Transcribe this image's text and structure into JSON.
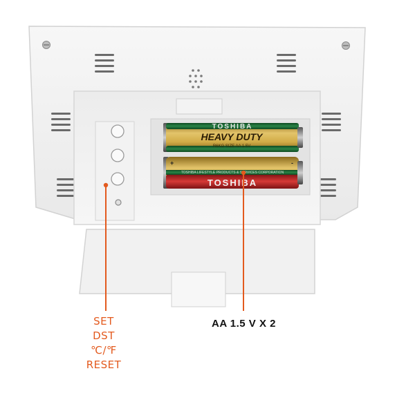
{
  "battery": {
    "brand": "TOSHIBA",
    "top_type": "HEAVY DUTY",
    "top_code": "R6KG SIZE AA 1.5V",
    "fine_print": "TOSHIBA LIFESTYLE PRODUCTS & SERVICES CORPORATION"
  },
  "labels": {
    "set": "SET",
    "dst": "DST",
    "temp_unit": "℃/℉",
    "reset": "RESET",
    "battery_spec": "AA 1.5 V X 2"
  },
  "colors": {
    "accent": "#e35a1e",
    "battery_green": "#1f6e35",
    "battery_red": "#c0282a",
    "battery_gold": "#c9a23a"
  }
}
